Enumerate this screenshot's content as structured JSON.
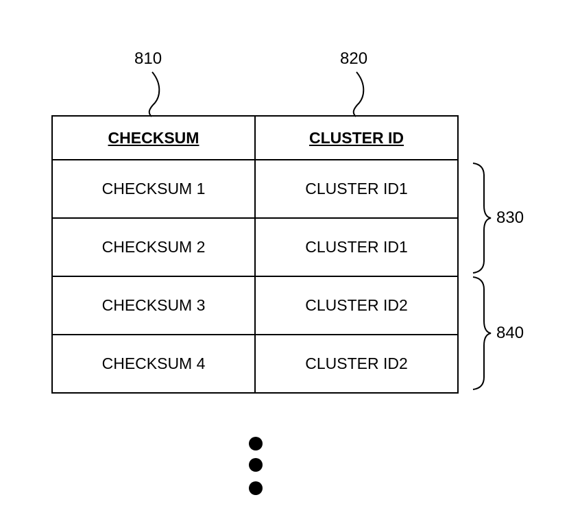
{
  "refs": {
    "col1": "810",
    "col2": "820",
    "group1": "830",
    "group2": "840"
  },
  "table": {
    "headers": [
      "CHECKSUM",
      "CLUSTER ID"
    ],
    "rows": [
      [
        "CHECKSUM 1",
        "CLUSTER ID1"
      ],
      [
        "CHECKSUM 2",
        "CLUSTER ID1"
      ],
      [
        "CHECKSUM 3",
        "CLUSTER ID2"
      ],
      [
        "CHECKSUM 4",
        "CLUSTER ID2"
      ]
    ]
  }
}
